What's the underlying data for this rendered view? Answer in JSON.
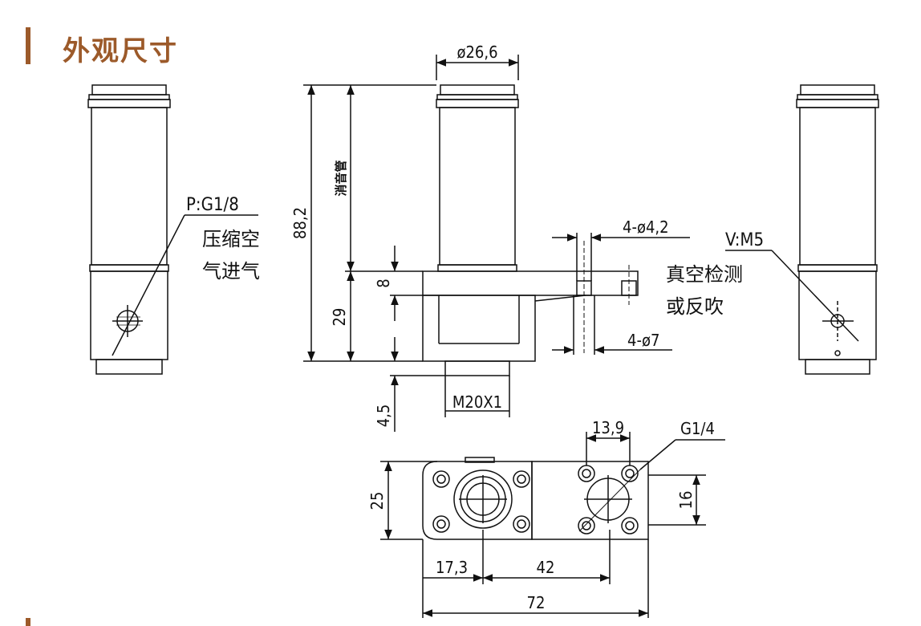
{
  "header": {
    "title": "外观尺寸",
    "accent": "#9c5a2a"
  },
  "labels": {
    "dia_body": "ø26,6",
    "height_total": "88,2",
    "muffler": "消音管",
    "height_8": "8",
    "height_29": "29",
    "height_45": "4,5",
    "thread_m20": "M20X1",
    "hole_small": "4-ø4,2",
    "hole_large": "4-ø7",
    "vacuum_line1": "真空检测",
    "vacuum_line2": "或反吹",
    "p_port": "P:G1/8",
    "p_line1": "压缩空",
    "p_line2": "气进气",
    "v_port": "V:M5",
    "dim_139": "13,9",
    "g14": "G1/4",
    "dim_25": "25",
    "dim_16": "16",
    "dim_173": "17,3",
    "dim_42": "42",
    "dim_72": "72"
  }
}
